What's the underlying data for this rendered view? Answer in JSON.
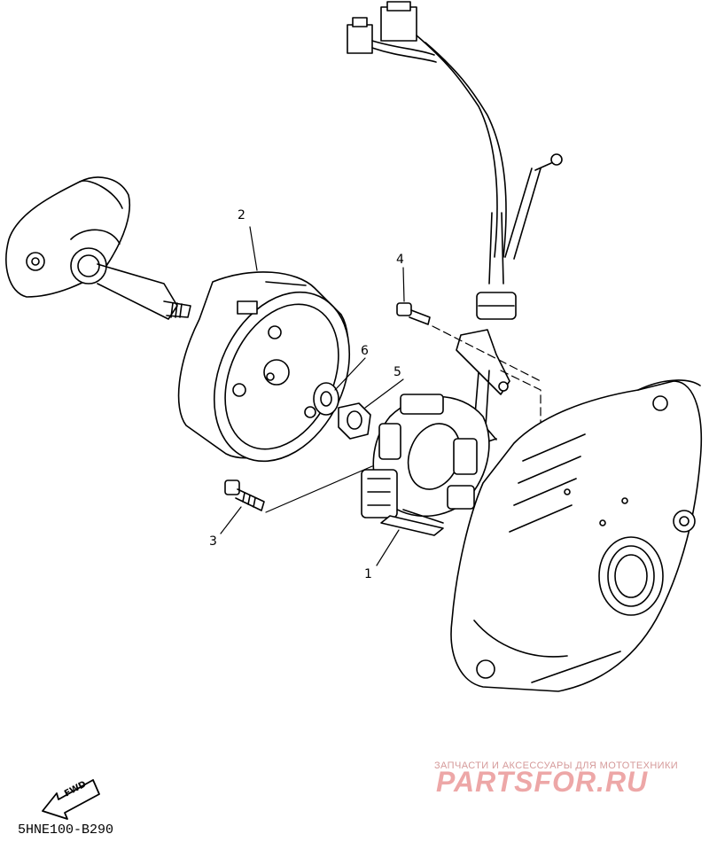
{
  "callouts": {
    "c1": "1",
    "c2": "2",
    "c3": "3",
    "c4": "4",
    "c5": "5",
    "c6": "6"
  },
  "watermark": {
    "tagline": "ЗАПЧАСТИ И АКСЕССУАРЫ ДЛЯ МОТОТЕХНИКИ",
    "logo": "PARTSFOR.RU"
  },
  "fwd_label": "FWD",
  "diagram_code": "5HNE100-B290",
  "colors": {
    "line": "#000000",
    "watermark": "#e06060"
  }
}
